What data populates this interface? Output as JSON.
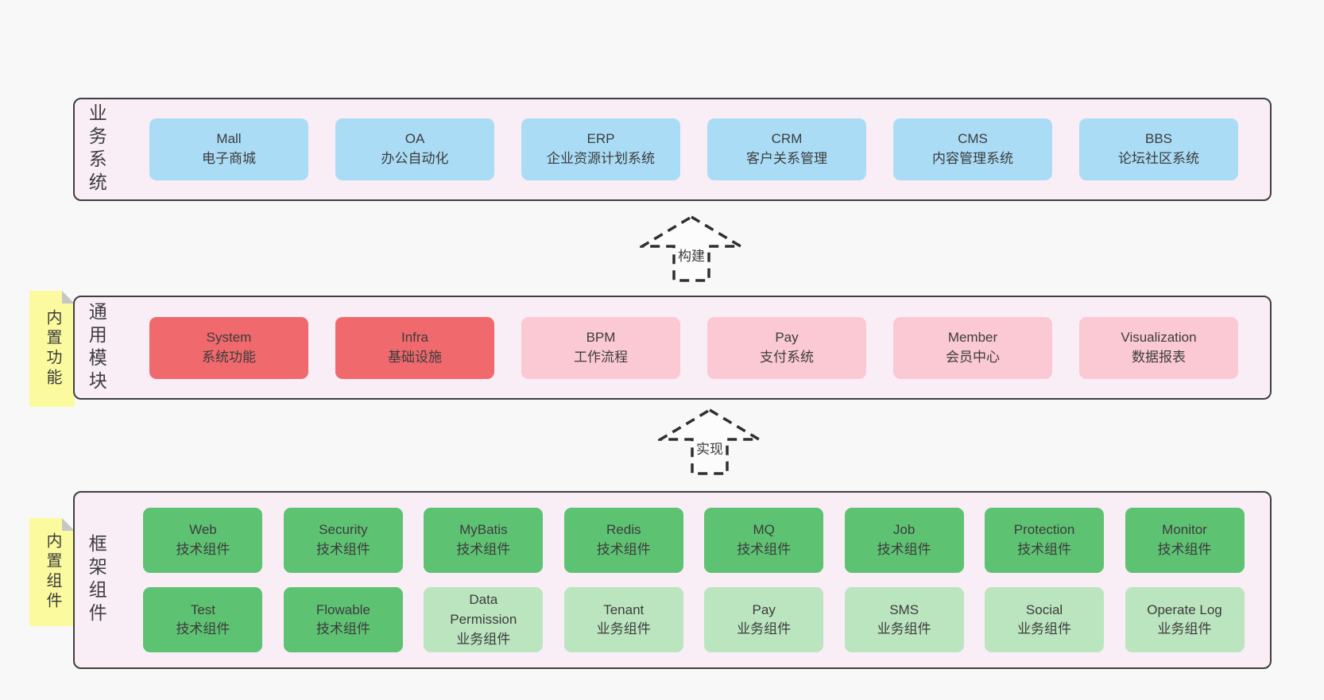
{
  "colors": {
    "page_bg": "#f8f8f8",
    "band_bg": "#f9edf6",
    "band_border": "#3f3f3f",
    "box_blue": "#aadcf6",
    "box_red": "#ef696d",
    "box_pink": "#fbc9d3",
    "box_green": "#5ec273",
    "box_light_green": "#bbe5bf",
    "note_yellow": "#fbfa9f",
    "note_fold_gray": "#c6c6c6",
    "text": "#3c3c3c"
  },
  "arrows": [
    {
      "label": "构建"
    },
    {
      "label": "实现"
    }
  ],
  "bands": [
    {
      "label": "业务系统",
      "rows": [
        [
          {
            "title": "Mall",
            "subtitle": "电子商城",
            "variant": "blue"
          },
          {
            "title": "OA",
            "subtitle": "办公自动化",
            "variant": "blue"
          },
          {
            "title": "ERP",
            "subtitle": "企业资源计划系统",
            "variant": "blue"
          },
          {
            "title": "CRM",
            "subtitle": "客户关系管理",
            "variant": "blue"
          },
          {
            "title": "CMS",
            "subtitle": "内容管理系统",
            "variant": "blue"
          },
          {
            "title": "BBS",
            "subtitle": "论坛社区系统",
            "variant": "blue"
          }
        ]
      ]
    },
    {
      "label": "通用模块",
      "note": "内置功能",
      "rows": [
        [
          {
            "title": "System",
            "subtitle": "系统功能",
            "variant": "red"
          },
          {
            "title": "Infra",
            "subtitle": "基础设施",
            "variant": "red"
          },
          {
            "title": "BPM",
            "subtitle": "工作流程",
            "variant": "pink"
          },
          {
            "title": "Pay",
            "subtitle": "支付系统",
            "variant": "pink"
          },
          {
            "title": "Member",
            "subtitle": "会员中心",
            "variant": "pink"
          },
          {
            "title": "Visualization",
            "subtitle": "数据报表",
            "variant": "pink"
          }
        ]
      ]
    },
    {
      "label": "框架组件",
      "note": "内置组件",
      "rows": [
        [
          {
            "title": "Web",
            "subtitle": "技术组件",
            "variant": "green"
          },
          {
            "title": "Security",
            "subtitle": "技术组件",
            "variant": "green"
          },
          {
            "title": "MyBatis",
            "subtitle": "技术组件",
            "variant": "green"
          },
          {
            "title": "Redis",
            "subtitle": "技术组件",
            "variant": "green"
          },
          {
            "title": "MQ",
            "subtitle": "技术组件",
            "variant": "green"
          },
          {
            "title": "Job",
            "subtitle": "技术组件",
            "variant": "green"
          },
          {
            "title": "Protection",
            "subtitle": "技术组件",
            "variant": "green"
          },
          {
            "title": "Monitor",
            "subtitle": "技术组件",
            "variant": "green"
          }
        ],
        [
          {
            "title": "Test",
            "subtitle": "技术组件",
            "variant": "green"
          },
          {
            "title": "Flowable",
            "subtitle": "技术组件",
            "variant": "green"
          },
          {
            "title": "Data\nPermission",
            "subtitle": "业务组件",
            "variant": "lightgreen"
          },
          {
            "title": "Tenant",
            "subtitle": "业务组件",
            "variant": "lightgreen"
          },
          {
            "title": "Pay",
            "subtitle": "业务组件",
            "variant": "lightgreen"
          },
          {
            "title": "SMS",
            "subtitle": "业务组件",
            "variant": "lightgreen"
          },
          {
            "title": "Social",
            "subtitle": "业务组件",
            "variant": "lightgreen"
          },
          {
            "title": "Operate Log",
            "subtitle": "业务组件",
            "variant": "lightgreen"
          }
        ]
      ]
    }
  ]
}
